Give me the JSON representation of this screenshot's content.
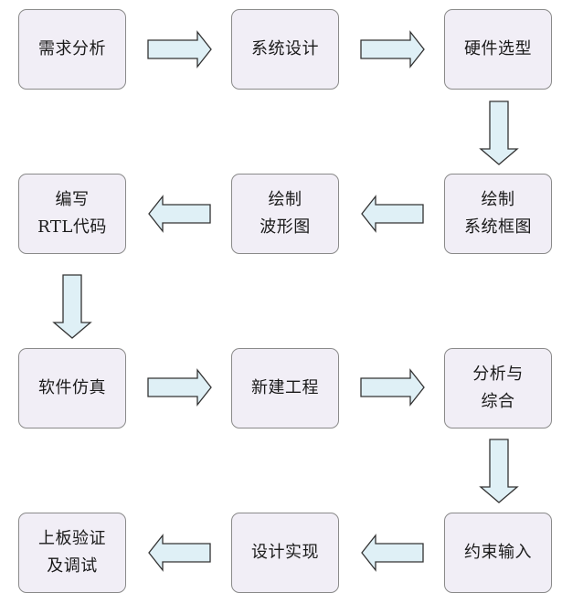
{
  "diagram": {
    "fill_color": "#dff0f6",
    "stroke_color": "#333333",
    "nodes": [
      {
        "id": "n1",
        "label": "需求分析"
      },
      {
        "id": "n2",
        "label": "系统设计"
      },
      {
        "id": "n3",
        "label": "硬件选型"
      },
      {
        "id": "n4",
        "label": "绘制\n系统框图"
      },
      {
        "id": "n5",
        "label": "绘制\n波形图"
      },
      {
        "id": "n6",
        "label": "编写\nRTL代码"
      },
      {
        "id": "n7",
        "label": "软件仿真"
      },
      {
        "id": "n8",
        "label": "新建工程"
      },
      {
        "id": "n9",
        "label": "分析与\n综合"
      },
      {
        "id": "n10",
        "label": "约束输入"
      },
      {
        "id": "n11",
        "label": "设计实现"
      },
      {
        "id": "n12",
        "label": "上板验证\n及调试"
      }
    ],
    "edges": [
      {
        "from": "n1",
        "to": "n2",
        "direction": "right"
      },
      {
        "from": "n2",
        "to": "n3",
        "direction": "right"
      },
      {
        "from": "n3",
        "to": "n4",
        "direction": "down"
      },
      {
        "from": "n4",
        "to": "n5",
        "direction": "left"
      },
      {
        "from": "n5",
        "to": "n6",
        "direction": "left"
      },
      {
        "from": "n6",
        "to": "n7",
        "direction": "down"
      },
      {
        "from": "n7",
        "to": "n8",
        "direction": "right"
      },
      {
        "from": "n8",
        "to": "n9",
        "direction": "right"
      },
      {
        "from": "n9",
        "to": "n10",
        "direction": "down"
      },
      {
        "from": "n10",
        "to": "n11",
        "direction": "left"
      },
      {
        "from": "n11",
        "to": "n12",
        "direction": "left"
      }
    ]
  }
}
